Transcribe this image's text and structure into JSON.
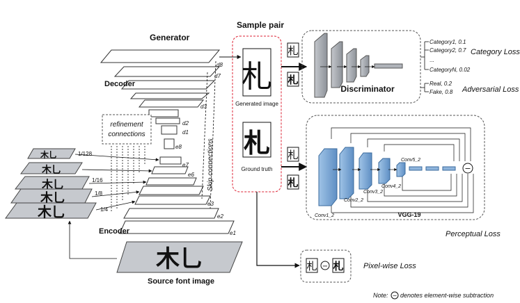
{
  "labels": {
    "generator": "Generator",
    "decoder": "Decoder",
    "encoder": "Encoder",
    "source_font_image": "Source font image",
    "sample_pair": "Sample pair",
    "generated_image": "Generated image",
    "ground_truth": "Ground truth",
    "refinement": "refinement",
    "connections": "connections",
    "skip_connections": "Skip connections",
    "discriminator": "Discriminator",
    "vgg19": "VGG-19",
    "category_loss": "Category Loss",
    "adversarial_loss": "Adversarial Loss",
    "perceptual_loss": "Perceptual Loss",
    "pixelwise_loss": "Pixel-wise Loss",
    "note": "Note:",
    "note_rest": "denotes element-wise subtraction"
  },
  "decoder_layers": [
    "d8",
    "d7",
    "d3",
    "d2",
    "d1"
  ],
  "encoder_layers": [
    "e8",
    "e7",
    "e6",
    "e3",
    "e2",
    "e1"
  ],
  "scales": [
    "1/128",
    "1/16",
    "1/8",
    "1/4"
  ],
  "category_outputs": [
    "Category1, 0.1",
    "Category2, 0.7",
    "...",
    "CategoryN, 0.02"
  ],
  "adversarial_outputs": [
    "Real, 0.2",
    "Fake, 0.8"
  ],
  "vgg_layers": [
    "Conv1_2",
    "Conv2_2",
    "Conv3_2",
    "Conv4_2",
    "Conv5_2"
  ],
  "glyphs": {
    "source": "木乚",
    "generated": "札",
    "ground_truth": "札",
    "subtract": "−"
  }
}
